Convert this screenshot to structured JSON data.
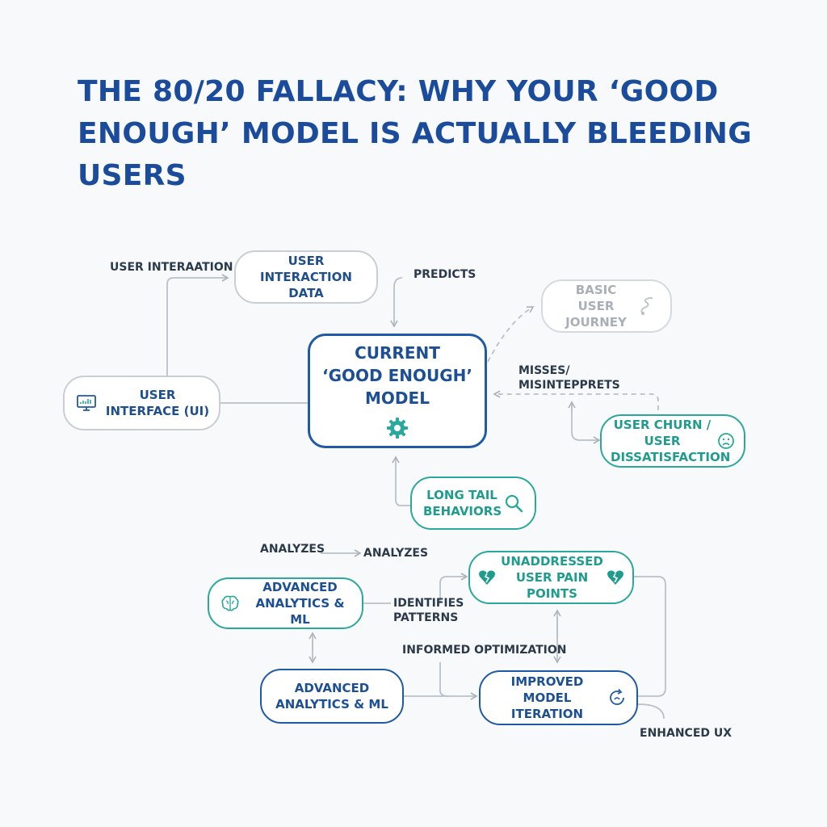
{
  "title": "THE 80/20 FALLACY: WHY YOUR ‘GOOD ENOUGH’ MODEL IS ACTUALLY BLEEDING USERS",
  "nodes": {
    "user_interaction_data": "USER INTERACTION DATA",
    "central_model": {
      "line1": "CURRENT",
      "line2": "‘GOOD ENOUGH’",
      "line3": "MODEL",
      "icon": "gear-icon"
    },
    "user_interface": {
      "label": "USER INTERFACE (UI)",
      "icon": "monitor-icon"
    },
    "basic_user_journey": {
      "label": "BASIC USER JOURNEY",
      "icon": "squiggle-path-icon"
    },
    "user_churn": {
      "label": "USER CHURN / USER DISSATISFACTION",
      "icon": "sad-face-icon"
    },
    "long_tail_behaviors": {
      "label": "LONG TAIL BEHAVIORS",
      "icon": "magnifier-icon"
    },
    "advanced_analytics_top": {
      "label": "ADVANCED ANALYTICS & ML",
      "icon": "brain-icon"
    },
    "advanced_analytics_bottom": "ADVANCED ANALYTICS & ML",
    "unaddressed_pain_points": {
      "label": "UNADDRESSED USER PAIN POINTS",
      "icon": "broken-heart-icon"
    },
    "improved_model_iteration": {
      "label": "IMPROVED MODEL ITERATION",
      "icon": "refresh-icon"
    }
  },
  "edge_labels": {
    "user_interaction": "USER INTERAATION",
    "predicts": "PREDICTS",
    "misses": "MISSES/ MISINTEPPRETS",
    "analyzes_left": "ANALYZES",
    "analyzes_right": "ANALYZES",
    "identifies_patterns": "IDENTIFIES PATTERNS",
    "informed_optimization": "INFORMED OPTIMIZATION",
    "enhanced_ux": "ENHANCED UX"
  },
  "colors": {
    "navy": "#1f5aa6",
    "teal": "#2aa89b",
    "gray_border": "#c9ced4",
    "connector": "#b9c0c8"
  }
}
